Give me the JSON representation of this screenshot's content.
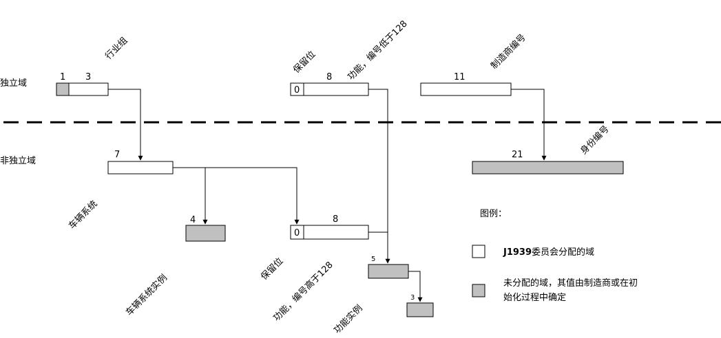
{
  "domains": {
    "independent": "独立域",
    "dependent": "非独立域"
  },
  "labels": {
    "industry_group": "行业组",
    "reserved_top": "保留位",
    "function_low": "功能，编号低于128",
    "manufacturer_code": "制造商编号",
    "identity_number": "身份编号",
    "vehicle_system": "车辆系统",
    "vehicle_system_instance": "车辆系统实例",
    "reserved_bottom": "保留位",
    "function_high": "功能，编号高于128",
    "function_instance": "功能实例"
  },
  "fields": {
    "arb_bit": "1",
    "industry_group_bits": "3",
    "reserved_bit_top": "0",
    "function_bits_top": "8",
    "manufacturer_bits": "11",
    "vehicle_system_bits": "7",
    "identity_bits": "21",
    "vs_instance_bits": "4",
    "reserved_bit_bottom": "0",
    "function_bits_bottom": "8",
    "function_instance_bits": "5",
    "ecu_instance_bits": "3"
  },
  "legend": {
    "title": "图例：",
    "assigned_bold": "J1939",
    "assigned_rest": "委员会分配的域",
    "unassigned_line1": "未分配的域，其值由制造商或在初",
    "unassigned_line2": "始化过程中确定"
  },
  "colors": {
    "unassigned_fill": "#c0c0c0",
    "assigned_fill": "#ffffff",
    "stroke": "#000000"
  }
}
